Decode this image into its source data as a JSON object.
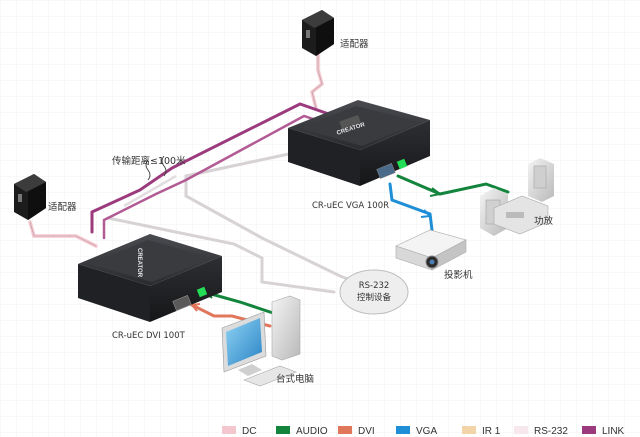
{
  "labels": {
    "adapter_top": "适配器",
    "adapter_left": "适配器",
    "distance": "传输距离≤100米",
    "receiver": "CR-uEC VGA 100R",
    "transmitter": "CR-uEC DVI 100T",
    "amplifier": "功放",
    "projector": "投影机",
    "computer": "台式电脑",
    "rs232_line1": "RS-232",
    "rs232_line2": "控制设备",
    "brand_receiver": "CREATOR",
    "brand_transmitter": "CREATOR"
  },
  "legend": [
    {
      "label": "DC",
      "color": "#f4c7cf"
    },
    {
      "label": "AUDIO",
      "color": "#13843c"
    },
    {
      "label": "DVI",
      "color": "#e0765a"
    },
    {
      "label": "VGA",
      "color": "#1e8fd6"
    },
    {
      "label": "IR 1",
      "color": "#f3d3a8"
    },
    {
      "label": "RS-232",
      "color": "#f6e8ec"
    },
    {
      "label": "LINK",
      "color": "#9b3a7c"
    }
  ],
  "colors": {
    "link": "#9b3a7c",
    "dc": "#f4c7cf",
    "audio": "#13843c",
    "dvi": "#e0765a",
    "vga": "#1e8fd6",
    "rs232": "#f6e8ec",
    "box": "#2f3033"
  }
}
